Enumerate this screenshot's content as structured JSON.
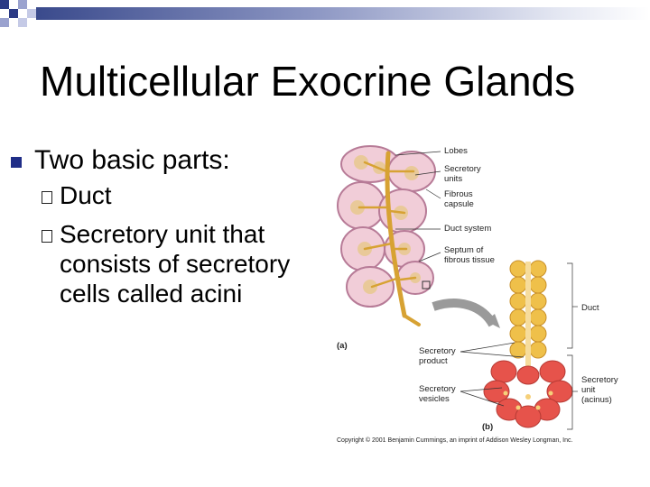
{
  "slide": {
    "title": "Multicellular Exocrine Glands",
    "bullets": [
      {
        "text": "Two basic parts:",
        "sub": [
          "Duct",
          "Secretory unit that consists of secretory cells called acini"
        ]
      }
    ]
  },
  "figure": {
    "labels": {
      "lobes": "Lobes",
      "secretory_units": "Secretory units",
      "fibrous_capsule": "Fibrous capsule",
      "duct_system": "Duct system",
      "septum": "Septum of fibrous tissue",
      "panel_a": "(a)",
      "secretory_product": "Secretory product",
      "secretory_vesicles": "Secretory vesicles",
      "duct": "Duct",
      "secretory_unit_acinus": "Secretory unit (acinus)",
      "panel_b": "(b)"
    },
    "copyright": "Copyright © 2001 Benjamin Cummings, an imprint of Addison Wesley Longman, Inc."
  },
  "colors": {
    "header_bar": "#3a4a8c",
    "bullet": "#1f2d87",
    "lobe_outline": "#b77b97",
    "lobe_fill": "#f1cdd8",
    "duct": "#d7a233",
    "acinus": "#e6534b"
  }
}
